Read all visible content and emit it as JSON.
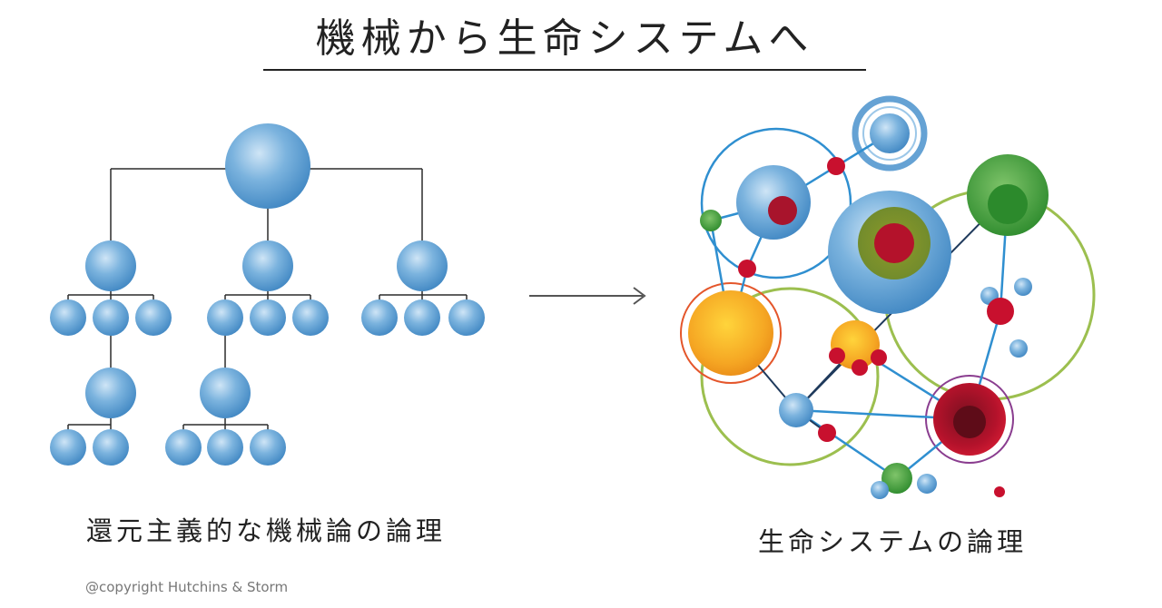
{
  "title": "機械から生命システムへ",
  "left_caption": "還元主義的な機械論の論理",
  "right_caption": "生命システムの論理",
  "copyright": "@copyright Hutchins & Storm",
  "colors": {
    "blue": "#4a92cc",
    "green": "#3f9b35",
    "lime": "#97bd4c",
    "orange": "#f4a21c",
    "red": "#c8102e",
    "purple": "#8a3d8f",
    "line": "#2b2b2b"
  }
}
